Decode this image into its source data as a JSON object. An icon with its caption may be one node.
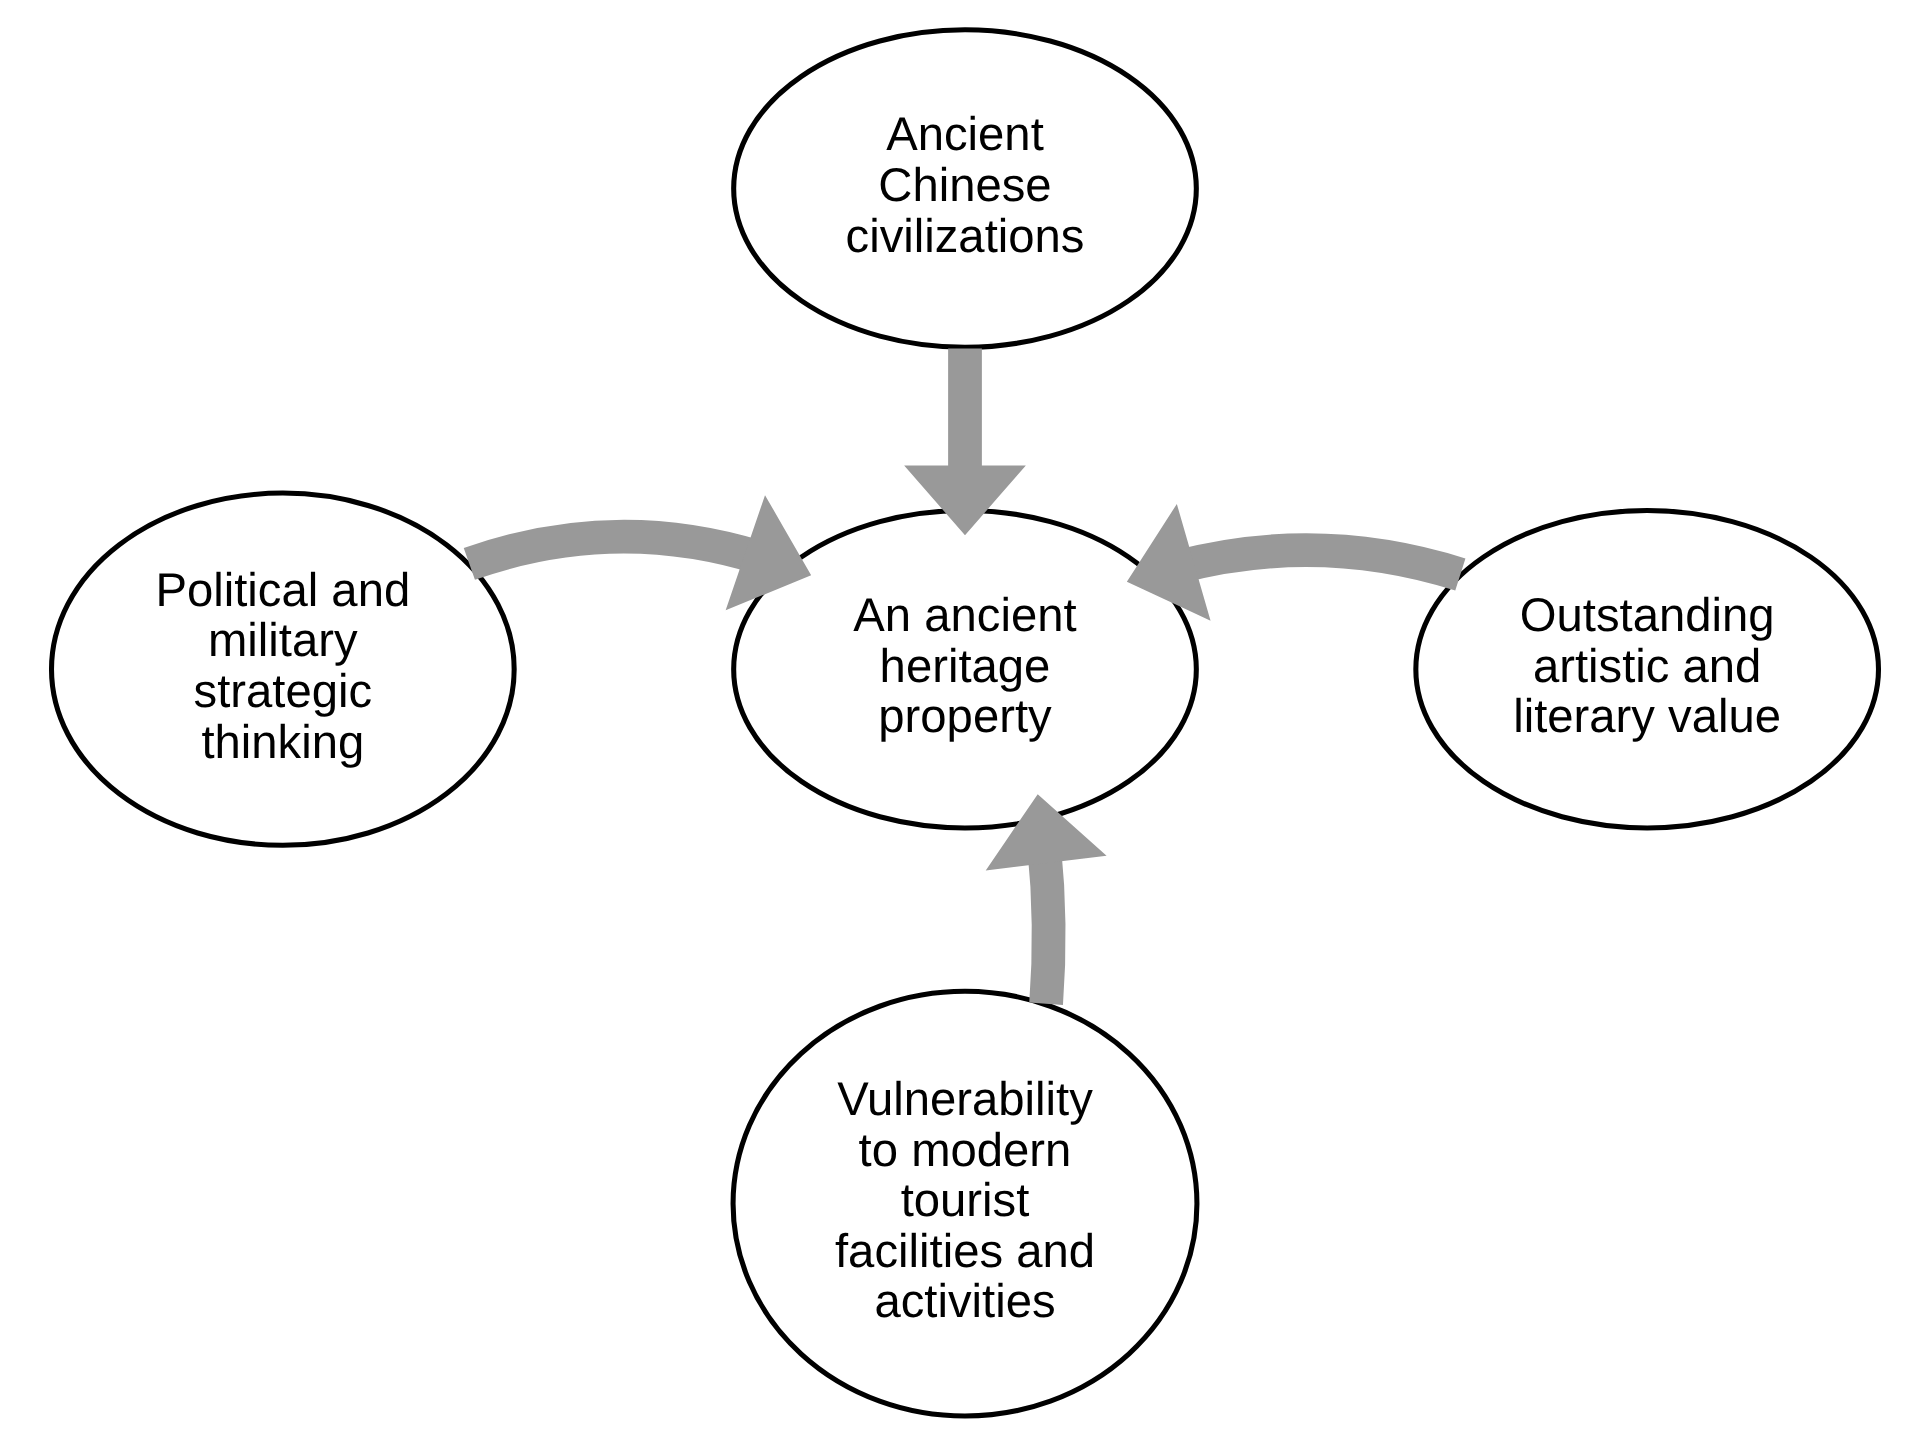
{
  "diagram": {
    "nodes": [
      {
        "text": [
          "Ancient Chinese civilizations"
        ]
      },
      {
        "text": [
          "Political and military strategic thinking"
        ]
      },
      {
        "text": [
          "An ancient heritage property"
        ]
      },
      {
        "text": [
          "Outstanding artistic and literary value"
        ]
      },
      {
        "text": [
          "Vulnerability to modern tourist facilities and activities"
        ]
      }
    ],
    "edges": [
      {
        "from": 0,
        "to": 2,
        "arrow": "to"
      },
      {
        "from": 1,
        "to": 2,
        "arrow": "to"
      },
      {
        "from": 3,
        "to": 2,
        "arrow": "to"
      },
      {
        "from": 4,
        "to": 2,
        "arrow": "to"
      }
    ]
  }
}
